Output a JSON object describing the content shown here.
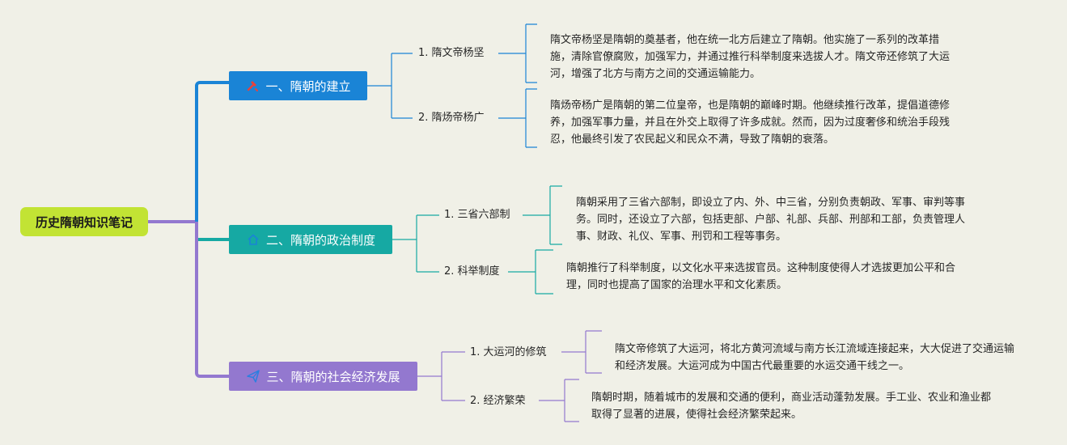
{
  "root": {
    "title": "历史隋朝知识笔记"
  },
  "colors": {
    "root_bg": "#c2e334",
    "topic1": "#1a84d6",
    "topic2": "#16a9a3",
    "topic3": "#9378cf",
    "background": "#f0f0e7"
  },
  "topics": [
    {
      "label": "一、隋朝的建立",
      "icon": "hammer-icon",
      "items": [
        {
          "label": "1. 隋文帝杨坚",
          "text": "隋文帝杨坚是隋朝的奠基者，他在统一北方后建立了隋朝。他实施了一系列的改革措施，清除官僚腐败，加强军力，并通过推行科举制度来选拔人才。隋文帝还修筑了大运河，增强了北方与南方之间的交通运输能力。"
        },
        {
          "label": "2. 隋炀帝杨广",
          "text": "隋炀帝杨广是隋朝的第二位皇帝，也是隋朝的巅峰时期。他继续推行改革，提倡道德修养，加强军事力量，并且在外交上取得了许多成就。然而，因为过度奢侈和统治手段残忍，他最终引发了农民起义和民众不满，导致了隋朝的衰落。"
        }
      ]
    },
    {
      "label": "二、隋朝的政治制度",
      "icon": "home-icon",
      "items": [
        {
          "label": "1. 三省六部制",
          "text": "隋朝采用了三省六部制，即设立了内、外、中三省，分别负责朝政、军事、审判等事务。同时，还设立了六部，包括吏部、户部、礼部、兵部、刑部和工部，负责管理人事、财政、礼仪、军事、刑罚和工程等事务。"
        },
        {
          "label": "2. 科举制度",
          "text": "隋朝推行了科举制度，以文化水平来选拔官员。这种制度使得人才选拔更加公平和合理，同时也提高了国家的治理水平和文化素质。"
        }
      ]
    },
    {
      "label": "三、隋朝的社会经济发展",
      "icon": "paper-plane-icon",
      "items": [
        {
          "label": "1. 大运河的修筑",
          "text": "隋文帝修筑了大运河，将北方黄河流域与南方长江流域连接起来，大大促进了交通运输和经济发展。大运河成为中国古代最重要的水运交通干线之一。"
        },
        {
          "label": "2. 经济繁荣",
          "text": "隋朝时期，随着城市的发展和交通的便利，商业活动蓬勃发展。手工业、农业和渔业都取得了显著的进展，使得社会经济繁荣起来。"
        }
      ]
    }
  ]
}
